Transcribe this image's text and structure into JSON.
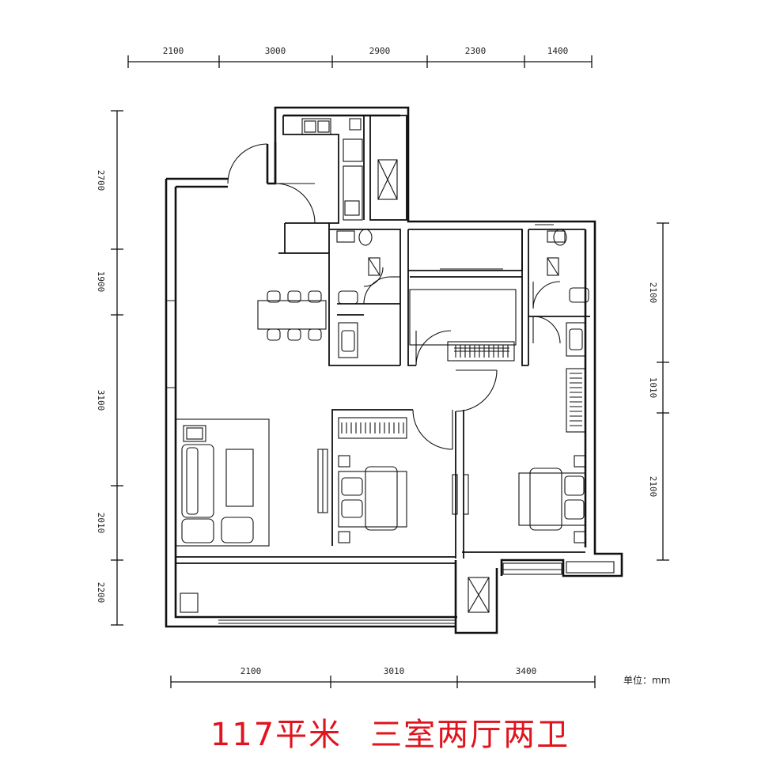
{
  "dimensions": {
    "top": [
      "2100",
      "3000",
      "2900",
      "2300",
      "1400"
    ],
    "bottom": [
      "2100",
      "3010",
      "3400"
    ],
    "left": [
      "2700",
      "1900",
      "3100",
      "2010",
      "2200"
    ],
    "right": [
      "2100",
      "1010",
      "2100"
    ]
  },
  "unit_note": "单位：mm",
  "caption": {
    "area": "117平米",
    "layout": "三室两厅两卫"
  },
  "colors": {
    "wall": "#111111",
    "caption": "#e0141e",
    "background": "#ffffff"
  }
}
